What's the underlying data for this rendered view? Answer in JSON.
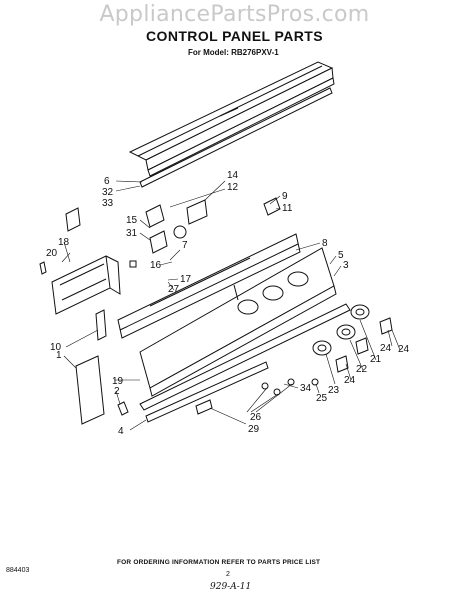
{
  "watermark": "AppliancePartsPros.com",
  "title": "CONTROL PANEL PARTS",
  "subtitle": "For Model: RB276PXV-1",
  "callouts": [
    "6",
    "32",
    "33",
    "14",
    "12",
    "9",
    "11",
    "15",
    "31",
    "7",
    "16",
    "17",
    "27",
    "18",
    "20",
    "8",
    "5",
    "3",
    "10",
    "1",
    "19",
    "2",
    "4",
    "34",
    "26",
    "29",
    "25",
    "23",
    "24",
    "22",
    "21",
    "24",
    "24"
  ],
  "footer": {
    "ordering_note": "FOR ORDERING INFORMATION REFER TO PARTS PRICE LIST",
    "doc_id": "884403",
    "page": "2",
    "handwritten": "929-A-11"
  }
}
